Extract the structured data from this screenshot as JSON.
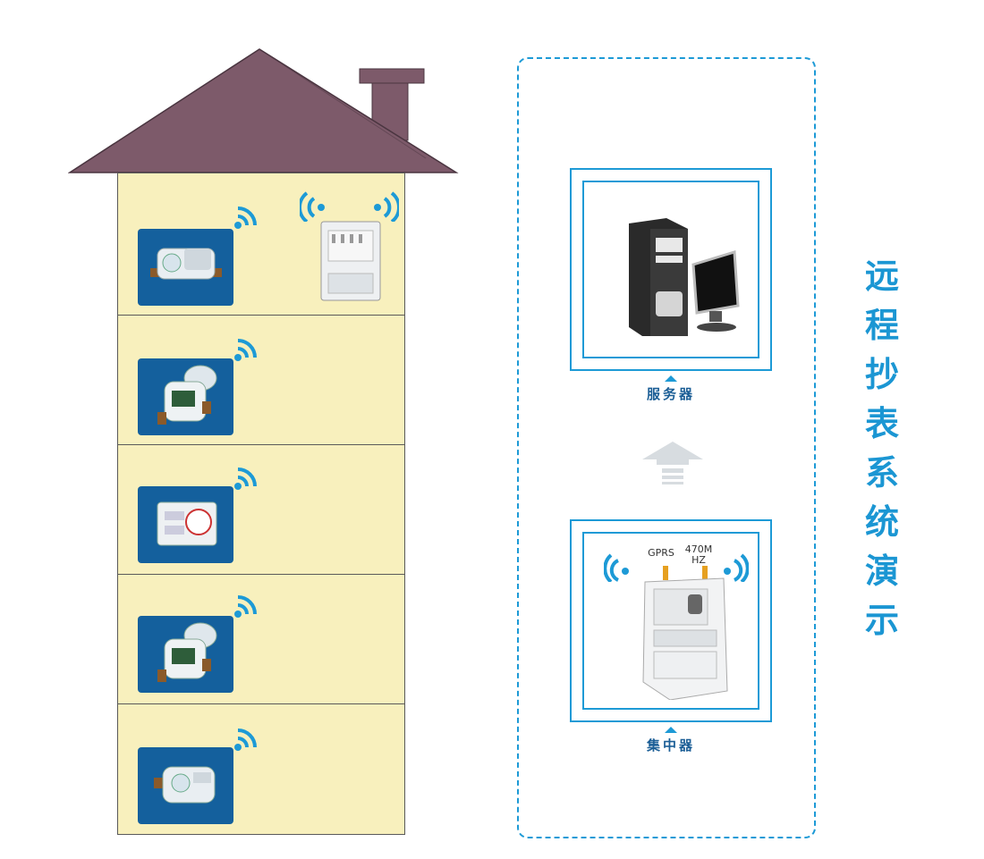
{
  "diagram": {
    "title_chars": [
      "远",
      "程",
      "抄",
      "表",
      "系",
      "统",
      "演",
      "示"
    ],
    "server_label": "服务器",
    "concentrator_label": "集中器",
    "gprs_label": "GPRS",
    "freq_label_1": "470M",
    "freq_label_2": "HZ",
    "floor_count": 5,
    "colors": {
      "roof": "#7d5a6a",
      "wall": "#f8f0bd",
      "accent": "#1d9ad6",
      "meter_bg": "#14609d",
      "title": "#1b96d3"
    },
    "icons": [
      "wifi-icon",
      "water-meter-icon",
      "concentrator-icon",
      "computer-icon",
      "up-arrow-icon"
    ]
  }
}
